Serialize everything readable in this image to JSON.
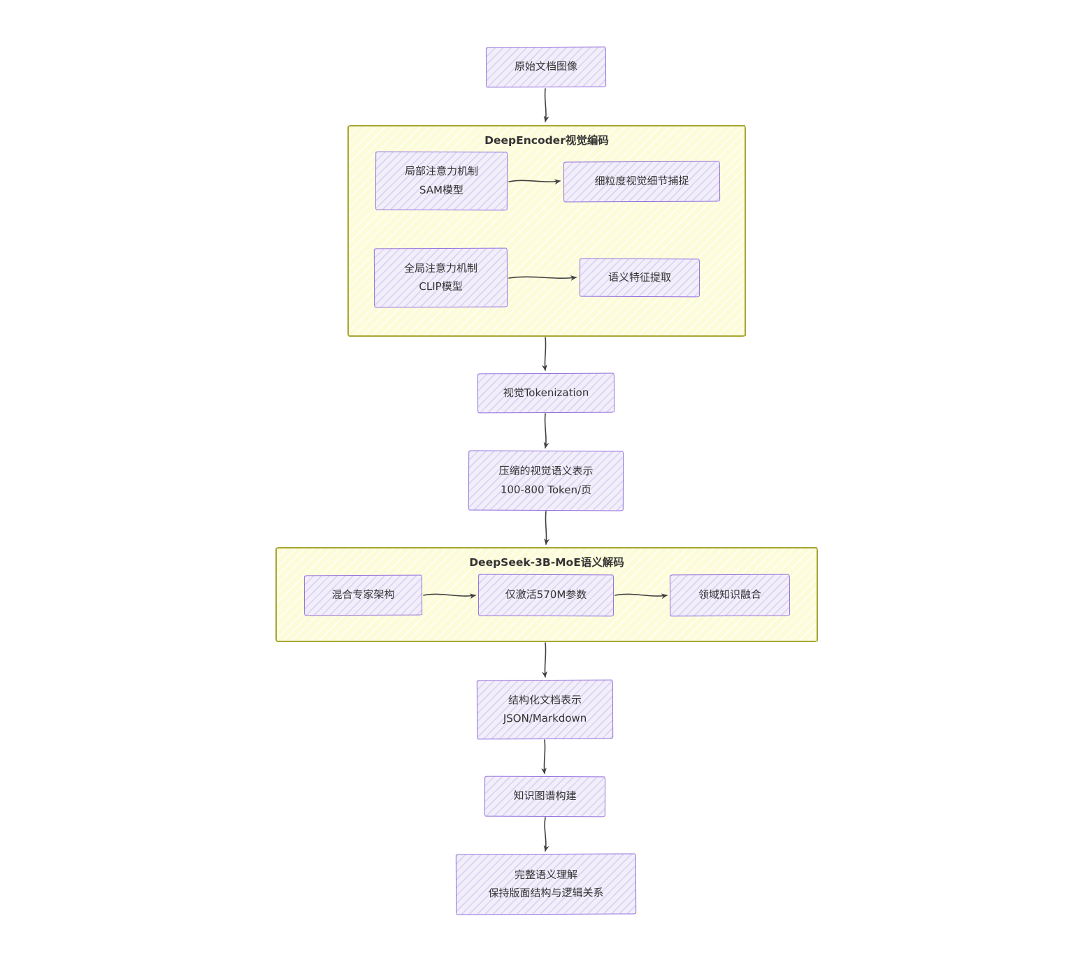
{
  "colors": {
    "node_fill": "#f2effb",
    "node_border": "#9370db",
    "container_fill": "#fdfcd8",
    "container_border": "#a6a633",
    "arrow": "#404040",
    "text": "#333333"
  },
  "diagram": {
    "type": "flowchart",
    "direction": "top-down",
    "nodes": {
      "raw_doc_image": {
        "label": "原始文档图像"
      },
      "local_attention": {
        "line1": "局部注意力机制",
        "line2": "SAM模型"
      },
      "fine_grained_capture": {
        "label": "细粒度视觉细节捕捉"
      },
      "global_attention": {
        "line1": "全局注意力机制",
        "line2": "CLIP模型"
      },
      "semantic_feature": {
        "label": "语义特征提取"
      },
      "visual_tokenization": {
        "label": "视觉Tokenization"
      },
      "compressed_repr": {
        "line1": "压缩的视觉语义表示",
        "line2": "100-800 Token/页"
      },
      "moe_architecture": {
        "label": "混合专家架构"
      },
      "active_params": {
        "label": "仅激活570M参数"
      },
      "domain_fusion": {
        "label": "领域知识融合"
      },
      "structured_doc": {
        "line1": "结构化文档表示",
        "line2": "JSON/Markdown"
      },
      "knowledge_graph": {
        "label": "知识图谱构建"
      },
      "full_understanding": {
        "line1": "完整语义理解",
        "line2": "保持版面结构与逻辑关系"
      }
    },
    "containers": {
      "deep_encoder": {
        "title": "DeepEncoder视觉编码"
      },
      "deepseek_moe": {
        "title": "DeepSeek-3B-MoE语义解码"
      }
    },
    "edges": [
      "raw_doc_image -> deep_encoder",
      "local_attention -> fine_grained_capture",
      "global_attention -> semantic_feature",
      "deep_encoder -> visual_tokenization",
      "visual_tokenization -> compressed_repr",
      "compressed_repr -> deepseek_moe",
      "moe_architecture -> active_params",
      "active_params -> domain_fusion",
      "deepseek_moe -> structured_doc",
      "structured_doc -> knowledge_graph",
      "knowledge_graph -> full_understanding"
    ]
  }
}
